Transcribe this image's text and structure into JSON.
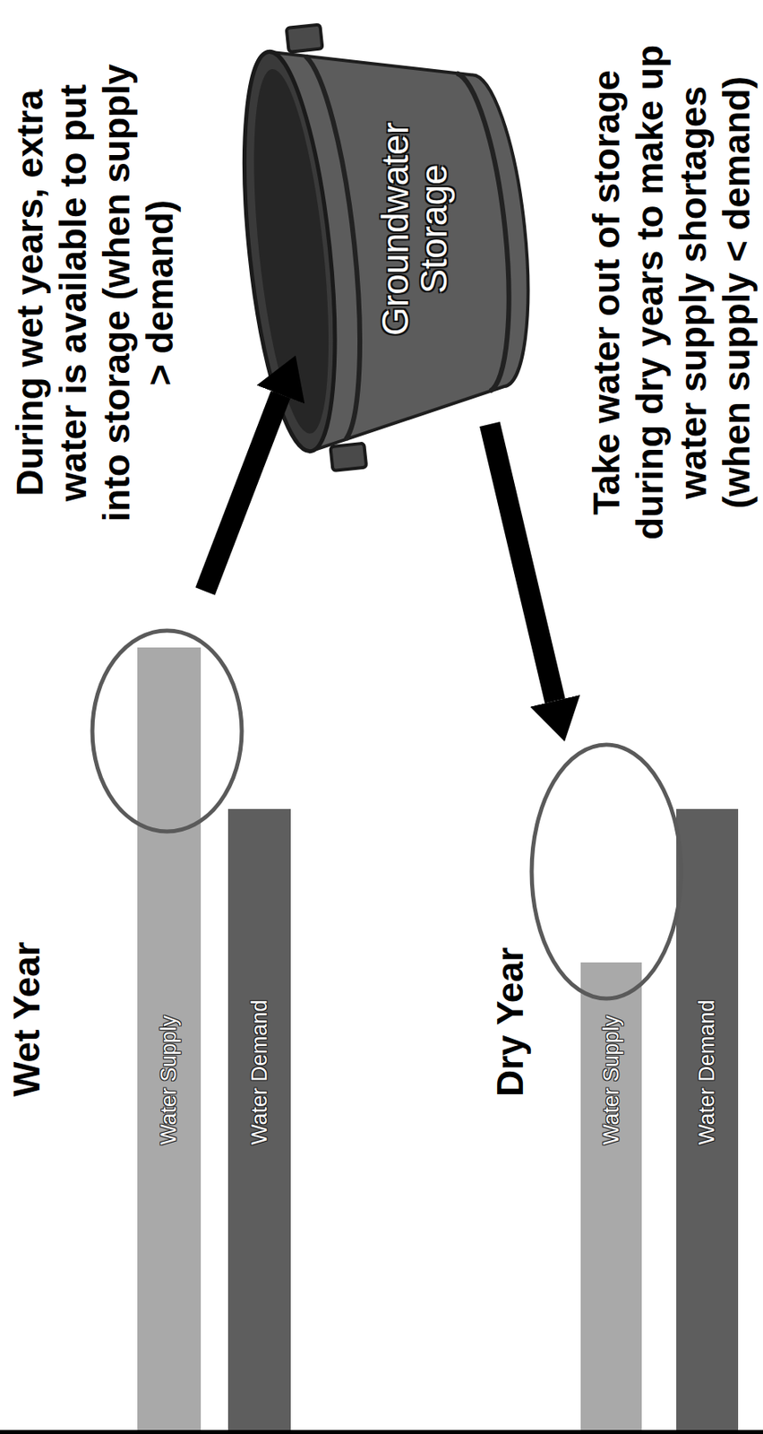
{
  "diagram": {
    "nodes": [
      {
        "text": [
          "Water Supply"
        ]
      },
      {
        "text": [
          "Water Demand"
        ]
      },
      {
        "text": [
          "Groundwater Storage"
        ]
      },
      {
        "text": [
          "Water Supply"
        ]
      },
      {
        "text": [
          "Water Demand"
        ]
      }
    ],
    "edges": [
      {
        "from": 0,
        "to": 2,
        "arrow": "to"
      },
      {
        "from": 2,
        "to": 3,
        "arrow": "to"
      }
    ],
    "labels": [
      "Wet Year",
      "During wet years, extra water is available to put into storage (when supply > demand)",
      "Dry Year",
      "Take water out of storage during dry years to make up water supply shortages (when supply < demand)"
    ]
  }
}
